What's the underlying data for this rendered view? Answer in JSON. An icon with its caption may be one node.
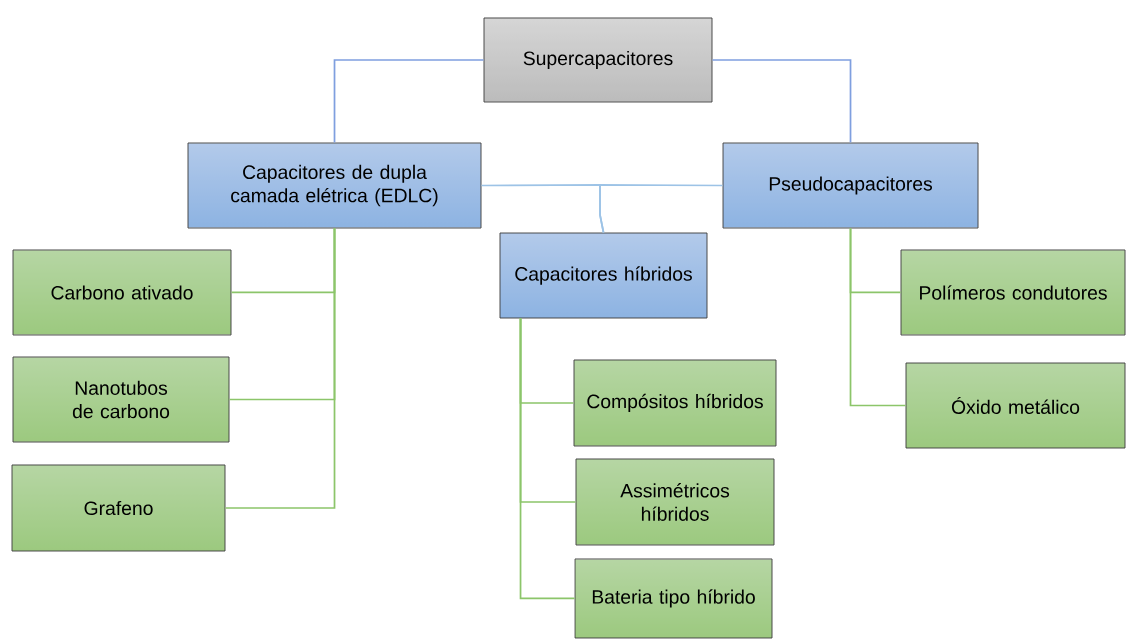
{
  "diagram": {
    "nodes": [
      {
        "text": [
          "Supercapacitores"
        ]
      },
      {
        "text": [
          "Capacitores de dupla camada elétrica (EDLC)"
        ]
      },
      {
        "text": [
          "Pseudocapacitores"
        ]
      },
      {
        "text": [
          "Capacitores híbridos"
        ]
      },
      {
        "text": [
          "Carbono ativado"
        ]
      },
      {
        "text": [
          "Nanotubos de carbono"
        ]
      },
      {
        "text": [
          "Grafeno"
        ]
      },
      {
        "text": [
          "Compósitos híbridos"
        ]
      },
      {
        "text": [
          "Assimétricos híbridos"
        ]
      },
      {
        "text": [
          "Bateria tipo híbrido"
        ]
      },
      {
        "text": [
          "Polímeros condutores"
        ]
      },
      {
        "text": [
          "Óxido metálico"
        ]
      }
    ],
    "edges": [
      {
        "from": 0,
        "to": 1,
        "arrow": "none",
        "color": "#7f9fdf"
      },
      {
        "from": 0,
        "to": 2,
        "arrow": "none",
        "color": "#7f9fdf"
      },
      {
        "from": 1,
        "to": 3,
        "arrow": "none",
        "color": "#9dc3e6"
      },
      {
        "from": 2,
        "to": 3,
        "arrow": "none",
        "color": "#9dc3e6"
      },
      {
        "from": 1,
        "to": 4,
        "arrow": "none"
      },
      {
        "from": 1,
        "to": 5,
        "arrow": "none"
      },
      {
        "from": 1,
        "to": 6,
        "arrow": "none"
      },
      {
        "from": 3,
        "to": 7,
        "arrow": "none"
      },
      {
        "from": 3,
        "to": 8,
        "arrow": "none"
      },
      {
        "from": 3,
        "to": 9,
        "arrow": "none"
      },
      {
        "from": 2,
        "to": 10,
        "arrow": "none"
      },
      {
        "from": 2,
        "to": 11,
        "arrow": "none"
      }
    ]
  }
}
